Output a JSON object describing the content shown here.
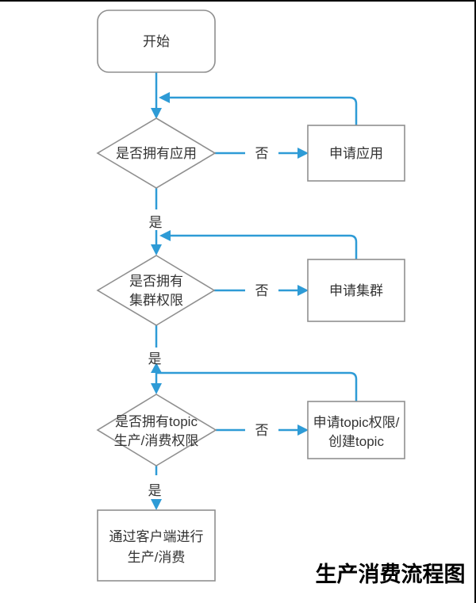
{
  "title": "生产消费流程图",
  "colors": {
    "connector_blue": "#2e9bd6",
    "shape_border_gray": "#8f8f8f",
    "node_text": "#333333",
    "title_text": "#000000"
  },
  "nodes": {
    "start": {
      "label": "开始"
    },
    "decision_app": {
      "label": "是否拥有应用"
    },
    "apply_app": {
      "label": "申请应用"
    },
    "decision_cluster": {
      "line1": "是否拥有",
      "line2": "集群权限"
    },
    "apply_cluster": {
      "label": "申请集群"
    },
    "decision_topic": {
      "line1": "是否拥有topic",
      "line2": "生产/消费权限"
    },
    "apply_topic": {
      "line1": "申请topic权限/",
      "line2": "创建topic"
    },
    "produce_consume": {
      "line1": "通过客户端进行",
      "line2": "生产/消费"
    }
  },
  "edge_labels": {
    "no1": "否",
    "yes1": "是",
    "no2": "否",
    "yes2": "是",
    "no3": "否",
    "yes3": "是"
  }
}
